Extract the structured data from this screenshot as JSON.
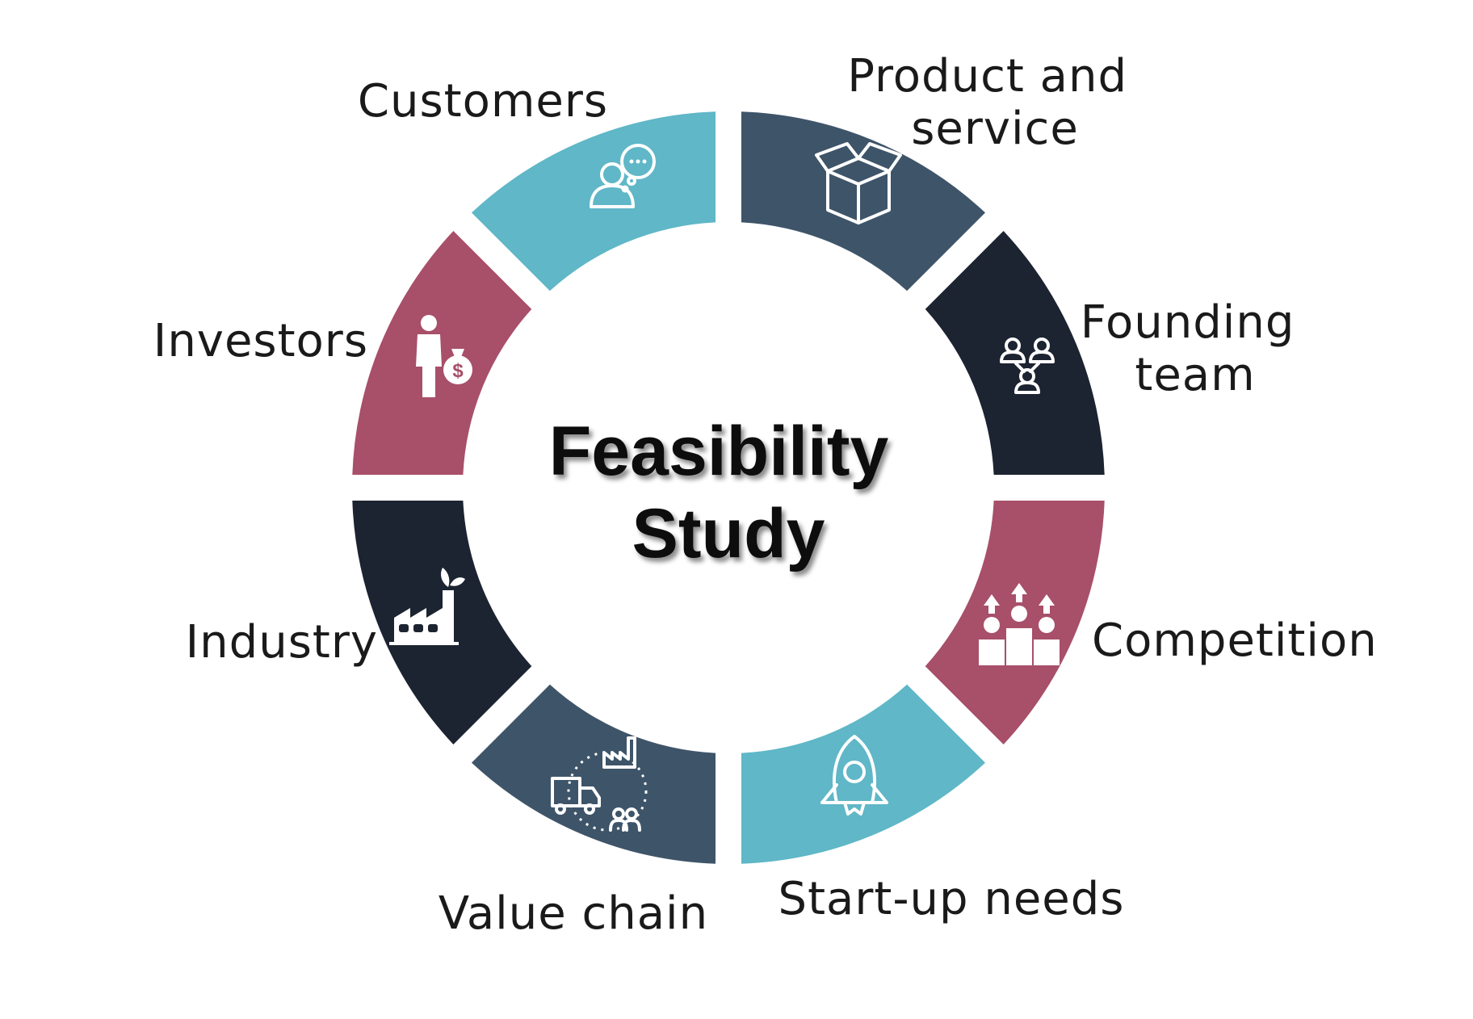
{
  "center": {
    "line1": "Feasibility",
    "line2": "Study"
  },
  "colors": {
    "teal": "#5fb7c7",
    "slate": "#3e5469",
    "navy": "#1c2331",
    "rose": "#a84f69"
  },
  "segments": [
    {
      "key": "customers",
      "label_lines": [
        "Customers"
      ],
      "color": "#5fb7c7",
      "icon": "customer-chat-icon"
    },
    {
      "key": "product",
      "label_lines": [
        "Product and",
        "service"
      ],
      "color": "#3e5469",
      "icon": "box-icon"
    },
    {
      "key": "founding",
      "label_lines": [
        "Founding",
        "team"
      ],
      "color": "#1c2331",
      "icon": "team-network-icon"
    },
    {
      "key": "competition",
      "label_lines": [
        "Competition"
      ],
      "color": "#a84f69",
      "icon": "podium-icon"
    },
    {
      "key": "startup",
      "label_lines": [
        "Start-up needs"
      ],
      "color": "#5fb7c7",
      "icon": "rocket-icon"
    },
    {
      "key": "valuechain",
      "label_lines": [
        "Value chain"
      ],
      "color": "#3e5469",
      "icon": "supply-chain-icon"
    },
    {
      "key": "industry",
      "label_lines": [
        "Industry"
      ],
      "color": "#1c2331",
      "icon": "factory-icon"
    },
    {
      "key": "investors",
      "label_lines": [
        "Investors"
      ],
      "color": "#a84f69",
      "icon": "investor-money-bag-icon"
    }
  ]
}
